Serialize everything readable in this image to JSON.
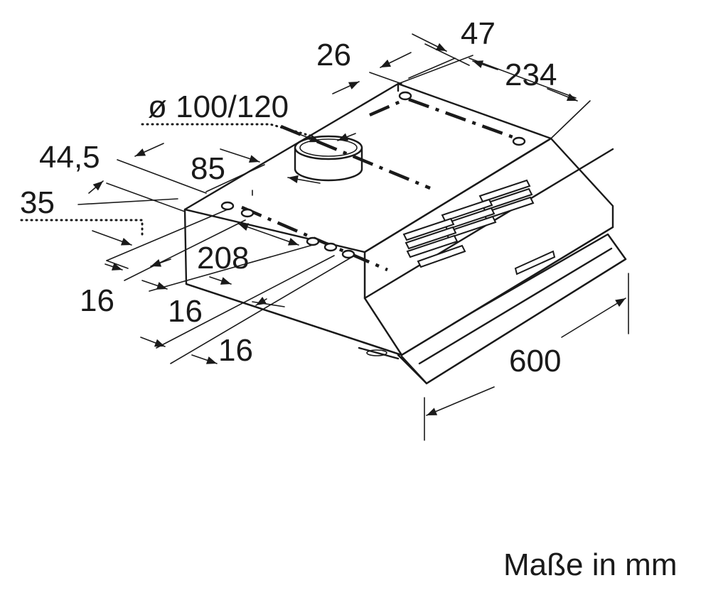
{
  "dimensions": {
    "d47": "47",
    "d26": "26",
    "d234": "234",
    "d_diameter": "ø 100/120",
    "d44_5": "44,5",
    "d85": "85",
    "d35": "35",
    "d208": "208",
    "d16_a": "16",
    "d16_b": "16",
    "d16_c": "16",
    "d600": "600"
  },
  "caption": "Maße in mm"
}
